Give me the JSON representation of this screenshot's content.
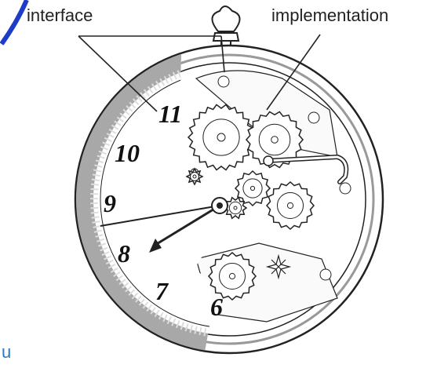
{
  "labels": {
    "interface": "interface",
    "implementation": "implementation",
    "corner_fragment": "u"
  },
  "dial_numerals": [
    "11",
    "10",
    "9",
    "8",
    "7",
    "6"
  ],
  "icons": {
    "watch": "pocket-watch-icon",
    "gears": "gear-icon",
    "star": "star-icon"
  },
  "colors": {
    "ink": "#222222",
    "accent_blue": "#1f3cc8",
    "fragment_blue": "#2a78c8",
    "rim_gray": "#a8a8a8",
    "background": "#ffffff"
  }
}
